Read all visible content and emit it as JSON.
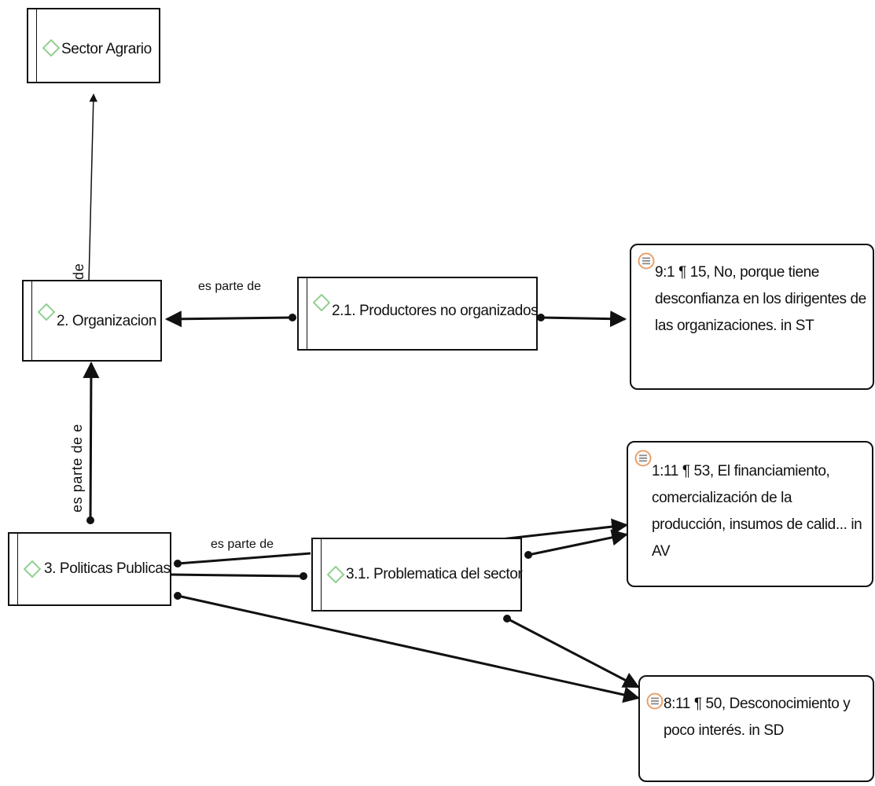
{
  "nodes": {
    "sector_agrario": "Sector Agrario",
    "organizacion": "2. Organizacion",
    "productores": "2.1. Productores no organizados",
    "politicas": "3. Politicas Publicas",
    "problematica": "3.1. Problematica del sector"
  },
  "quotes": {
    "q1": "9:1 ¶ 15, No, porque tiene desconfianza en los dirigentes de las organizaciones. in ST",
    "q2": "1:11 ¶ 53, El financiamiento, comercialización de la producción, insumos de calid... in AV",
    "q3": "8:11 ¶ 50, Desconocimiento y poco interés. in SD"
  },
  "links": {
    "top_vertical_partial": "de",
    "org_prod": "es parte de",
    "pol_org_vertical": "es parte de e",
    "pol_prob": "es parte de"
  },
  "colors": {
    "diamond": "#8fd18f",
    "quote_icon_ring": "#e8a06a",
    "quote_icon_lines": "#888888",
    "stroke": "#111111"
  }
}
